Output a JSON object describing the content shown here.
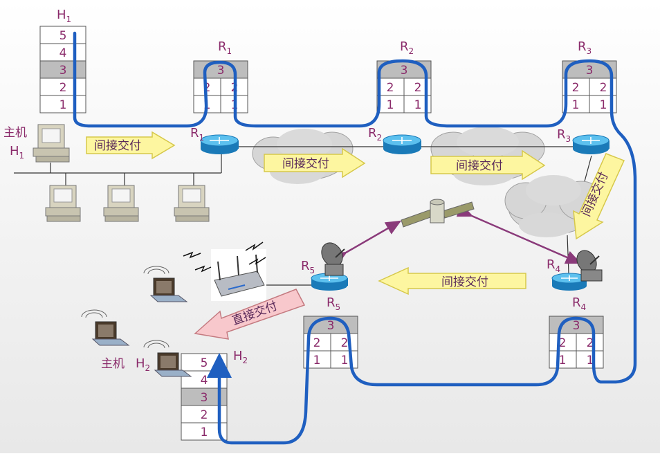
{
  "host1": {
    "label": "主机",
    "name": "H",
    "sub": "1",
    "top_label": "H",
    "top_sub": "1",
    "layers": [
      "5",
      "4",
      "3",
      "2",
      "1"
    ]
  },
  "host2": {
    "label": "主机",
    "name": "H",
    "sub": "2",
    "top_label": "H",
    "top_sub": "2",
    "layers": [
      "5",
      "4",
      "3",
      "2",
      "1"
    ]
  },
  "routers": [
    {
      "name": "R",
      "sub": "1",
      "l3": "3",
      "l2a": "2",
      "l2b": "2",
      "l1a": "1",
      "l1b": "1"
    },
    {
      "name": "R",
      "sub": "2",
      "l3": "3",
      "l2a": "2",
      "l2b": "2",
      "l1a": "1",
      "l1b": "1"
    },
    {
      "name": "R",
      "sub": "3",
      "l3": "3",
      "l2a": "2",
      "l2b": "2",
      "l1a": "1",
      "l1b": "1"
    },
    {
      "name": "R",
      "sub": "4",
      "l3": "3",
      "l2a": "2",
      "l2b": "2",
      "l1a": "1",
      "l1b": "1"
    },
    {
      "name": "R",
      "sub": "5",
      "l3": "3",
      "l2a": "2",
      "l2b": "2",
      "l1a": "1",
      "l1b": "1"
    }
  ],
  "router_icons": [
    {
      "name": "R",
      "sub": "1"
    },
    {
      "name": "R",
      "sub": "2"
    },
    {
      "name": "R",
      "sub": "3"
    },
    {
      "name": "R",
      "sub": "4"
    },
    {
      "name": "R",
      "sub": "5"
    }
  ],
  "arrows": {
    "indirect": "间接交付",
    "direct": "直接交付"
  },
  "colors": {
    "path": "#1f5fc0",
    "arrow_fill": "#fdf6a0",
    "arrow_stroke": "#d6c84a",
    "direct_fill": "#f8c8cc",
    "link_purple": "#8a3a7a",
    "cloud": "#d9d9d9",
    "router": "#2a9ad6"
  }
}
